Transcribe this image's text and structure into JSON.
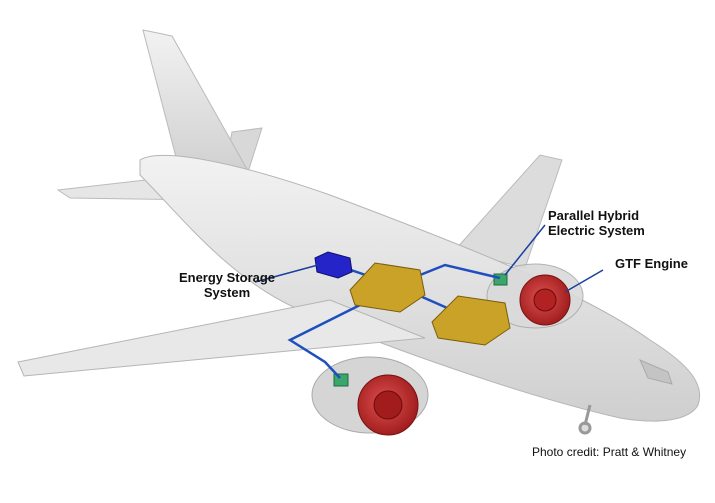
{
  "labels": {
    "parallel_hybrid": [
      "Parallel Hybrid",
      "Electric System"
    ],
    "gtf_engine": "GTF Engine",
    "energy_storage": [
      "Energy Storage",
      "System"
    ]
  },
  "credit": "Photo credit: Pratt & Whitney",
  "colors": {
    "airframe": "#e4e4e4",
    "engine": "#c8282a",
    "battery": "#c9a227",
    "energy_storage": "#2424c8",
    "wiring": "#1f4fbf"
  }
}
